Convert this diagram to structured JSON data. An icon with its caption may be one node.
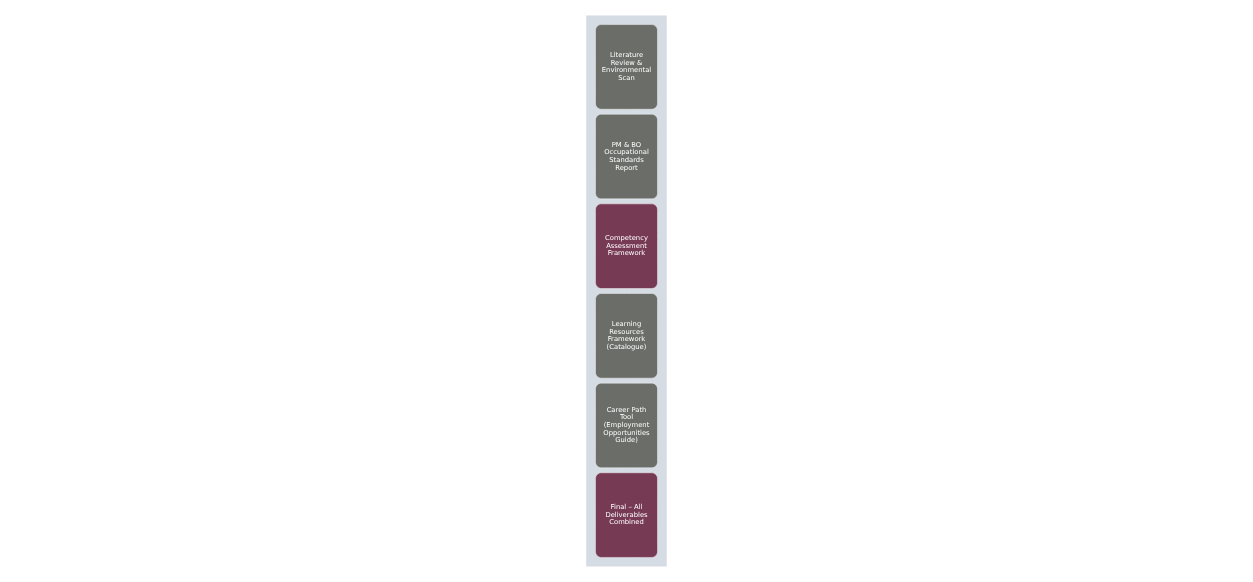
{
  "diagram": {
    "nodes": [
      {
        "text": [],
        "shape": "arrow"
      },
      {
        "text": [
          "Literature Review & Environmental Scan"
        ],
        "in": 0
      },
      {
        "text": [
          "PM & BO Occupational Standards Report"
        ],
        "in": 0
      },
      {
        "text": [
          "Competency Assessment Framework"
        ],
        "in": 0
      },
      {
        "text": [
          "Learning Resources Framework (Catalogue)"
        ],
        "in": 0
      },
      {
        "text": [
          "Career Path Tool (Employment Opportunities Guide)"
        ],
        "in": 0
      },
      {
        "text": [
          "Final – All Deliverables Combined"
        ],
        "in": 0
      }
    ],
    "edges": []
  }
}
